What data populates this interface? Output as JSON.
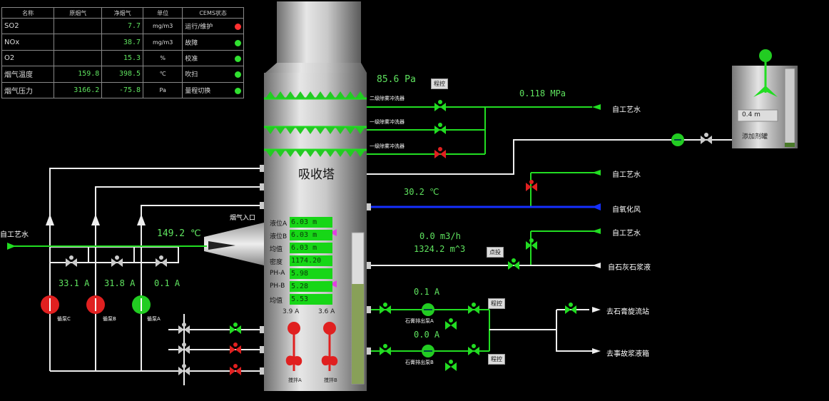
{
  "cems_table": {
    "headers": [
      "名称",
      "原烟气",
      "净烟气",
      "单位",
      "CEMS状态"
    ],
    "rows": [
      {
        "name": "SO2",
        "raw": "",
        "clean": "7.7",
        "unit": "mg/m3",
        "status": "运行/维护",
        "status_color": "#ff3030"
      },
      {
        "name": "NOx",
        "raw": "",
        "clean": "38.7",
        "unit": "mg/m3",
        "status": "故障",
        "status_color": "#30e030"
      },
      {
        "name": "O2",
        "raw": "",
        "clean": "15.3",
        "unit": "%",
        "status": "校准",
        "status_color": "#30e030"
      },
      {
        "name": "烟气温度",
        "raw": "159.8",
        "clean": "398.5",
        "unit": "℃",
        "status": "吹扫",
        "status_color": "#30e030"
      },
      {
        "name": "烟气压力",
        "raw": "3166.2",
        "clean": "-75.8",
        "unit": "Pa",
        "status": "量程切换",
        "status_color": "#30e030"
      }
    ]
  },
  "tower": {
    "title": "吸收塔",
    "top_pressure": "85.6 Pa",
    "flue_inlet": "烟气入口",
    "inlet_temp": "149.2 ℃",
    "readings": [
      {
        "label": "液位A",
        "value": "6.03 m"
      },
      {
        "label": "液位B",
        "value": "6.03 m"
      },
      {
        "label": "均值",
        "value": "6.03 m"
      },
      {
        "label": "密度",
        "value": "1174.20"
      },
      {
        "label": "PH-A",
        "value": "5.98"
      },
      {
        "label": "PH-B",
        "value": "5.28"
      },
      {
        "label": "均值",
        "value": "5.53"
      }
    ],
    "agitators": [
      {
        "current": "3.9 A",
        "name": "搅拌A"
      },
      {
        "current": "3.6 A",
        "name": "搅拌B"
      }
    ]
  },
  "demisters": [
    "二级除雾冲洗器",
    "一级除雾冲洗器",
    "一级除雾冲洗器"
  ],
  "process_water": {
    "pressure": "0.118 MPa",
    "source_label": "自工艺水",
    "left_label": "自工艺水"
  },
  "additive_tank": {
    "level": "0.4 m",
    "label": "添加剂罐"
  },
  "oxidation_air": {
    "temp": "30.2 ℃",
    "label": "自氧化风"
  },
  "limestone": {
    "flow": "0.0 m3/h",
    "density": "1324.2 m^3",
    "label": "自石灰石浆液",
    "water_label": "自工艺水"
  },
  "recirc_pumps": [
    {
      "current": "33.1 A",
      "name": "循泵C",
      "color": "#e02020"
    },
    {
      "current": "31.8 A",
      "name": "循泵B",
      "color": "#e02020"
    },
    {
      "current": "0.1 A",
      "name": "循泵A",
      "color": "#22cc22"
    }
  ],
  "gypsum_pumps": [
    {
      "current": "0.1 A",
      "name": "石膏排出泵A"
    },
    {
      "current": "0.0 A",
      "name": "石膏排出泵B"
    }
  ],
  "outlets": [
    "去石膏旋流站",
    "去事故浆液箱"
  ],
  "buttons": {
    "cheng_kong": "程控",
    "tou_shi": "点投"
  }
}
